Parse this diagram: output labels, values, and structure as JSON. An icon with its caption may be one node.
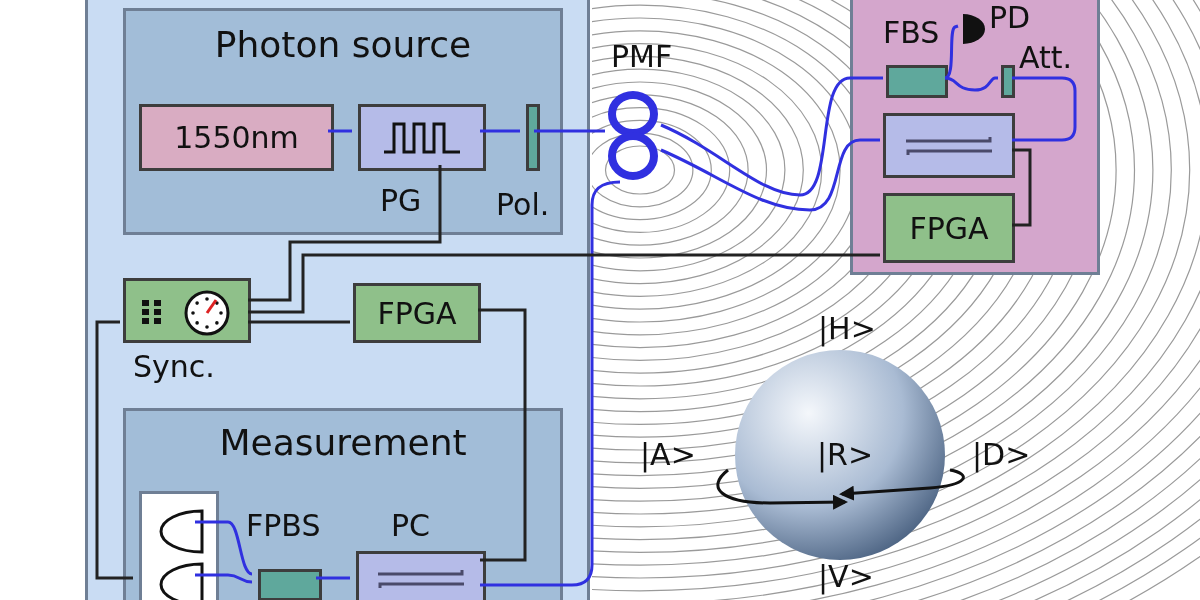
{
  "diagram": {
    "nodes": [
      {
        "text": [],
        "shape": "box"
      },
      {
        "text": [
          "Photon source"
        ],
        "in": 0
      },
      {
        "text": [
          "1550nm"
        ],
        "in": 1
      },
      {
        "text": [
          "PG"
        ],
        "in": 1
      },
      {
        "text": [
          "Pol."
        ],
        "in": 1
      },
      {
        "text": [
          "Sync."
        ],
        "in": 0
      },
      {
        "text": [
          "FPGA"
        ],
        "in": 0
      },
      {
        "text": [
          "Measurement"
        ],
        "in": 0
      },
      {
        "text": [],
        "shape": "box",
        "in": 7
      },
      {
        "text": [],
        "shape": "semicircle",
        "in": 8
      },
      {
        "text": [],
        "shape": "semicircle",
        "in": 8
      },
      {
        "text": [
          "FPBS"
        ],
        "in": 7
      },
      {
        "text": [
          "PC"
        ],
        "in": 7
      },
      {
        "text": [
          "PMF"
        ]
      },
      {
        "text": [],
        "shape": "box"
      },
      {
        "text": [
          "FBS"
        ],
        "in": 14
      },
      {
        "text": [
          "PD"
        ],
        "in": 14
      },
      {
        "text": [
          "Att."
        ],
        "in": 14
      },
      {
        "text": [],
        "shape": "box",
        "in": 14
      },
      {
        "text": [
          "FPGA"
        ],
        "in": 14
      }
    ],
    "edges": [
      {
        "from": 2,
        "to": 3,
        "arrow": "none"
      },
      {
        "from": 3,
        "to": 4,
        "arrow": "none"
      },
      {
        "from": 4,
        "to": 13,
        "arrow": "none"
      },
      {
        "from": 13,
        "to": 15,
        "arrow": "none"
      },
      {
        "from": 13,
        "to": 18,
        "arrow": "none"
      },
      {
        "from": 13,
        "to": 12,
        "arrow": "none"
      },
      {
        "from": 15,
        "to": 16,
        "arrow": "none"
      },
      {
        "from": 15,
        "to": 17,
        "arrow": "none"
      },
      {
        "from": 17,
        "to": 18,
        "arrow": "none"
      },
      {
        "from": 18,
        "to": 19,
        "arrow": "none",
        "color": "#222222"
      },
      {
        "from": 3,
        "to": 5,
        "arrow": "none",
        "color": "#222222"
      },
      {
        "from": 5,
        "to": 19,
        "arrow": "none",
        "color": "#222222"
      },
      {
        "from": 5,
        "to": 6,
        "arrow": "none",
        "color": "#222222"
      },
      {
        "from": 6,
        "to": 12,
        "arrow": "none",
        "color": "#222222"
      },
      {
        "from": 5,
        "to": 8,
        "arrow": "none",
        "color": "#222222"
      },
      {
        "from": 11,
        "to": 9,
        "arrow": "none"
      },
      {
        "from": 11,
        "to": 10,
        "arrow": "none"
      },
      {
        "from": 11,
        "to": 12,
        "arrow": "none"
      }
    ],
    "labels": [
      "|H>",
      "|A>",
      "|R>",
      "|D>",
      "|V>"
    ]
  }
}
